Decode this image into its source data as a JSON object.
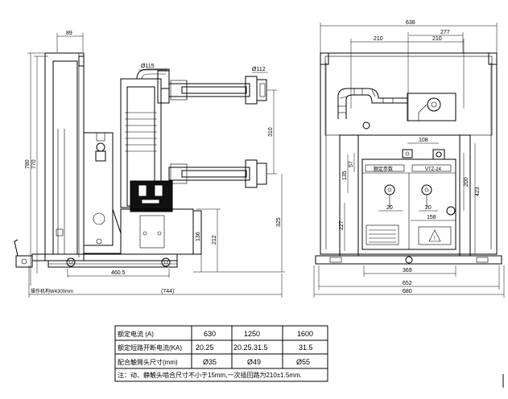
{
  "side_view": {
    "dims": {
      "top_width": "89",
      "height_total": "780",
      "height_inner": "770",
      "bushing_pitch": "310",
      "bushing_dia": "Ø112",
      "arm_len": "Ø115",
      "lower_height": "325",
      "mid_height": "212",
      "base_height": "136",
      "bottom_front": "460.5",
      "bottom_total": "(744)",
      "note_left": "操作机构W4300mm"
    }
  },
  "front_view": {
    "dims": {
      "overall_top": "638",
      "top_277": "277",
      "top_210a": "210",
      "top_210b": "210",
      "width_108": "108",
      "h_57": "57",
      "h_135": "135",
      "h_200": "200",
      "h_423": "423",
      "h_227": "227",
      "w_20a": "20",
      "w_20b": "20",
      "w_158": "158",
      "w_369": "369",
      "w_652": "652",
      "w_680": "680",
      "plate_label_left": "额定参数",
      "plate_label_right": "VTZ-24"
    }
  },
  "table": {
    "rows": [
      {
        "label": "额定电流 (A)",
        "c1": "630",
        "c2": "1250",
        "c3": "1600"
      },
      {
        "label": "额定短路开断电流(KA)",
        "c1": "20.25",
        "c2": "20.25.31.5",
        "c3": "31.5"
      },
      {
        "label": "配合触臂头尺寸(mm)",
        "c1": "Ø35",
        "c2": "Ø49",
        "c3": "Ø55"
      }
    ],
    "note": "注：动、静触头啮合尺寸不小于15mm,一次插回路为210±1.5mm."
  }
}
